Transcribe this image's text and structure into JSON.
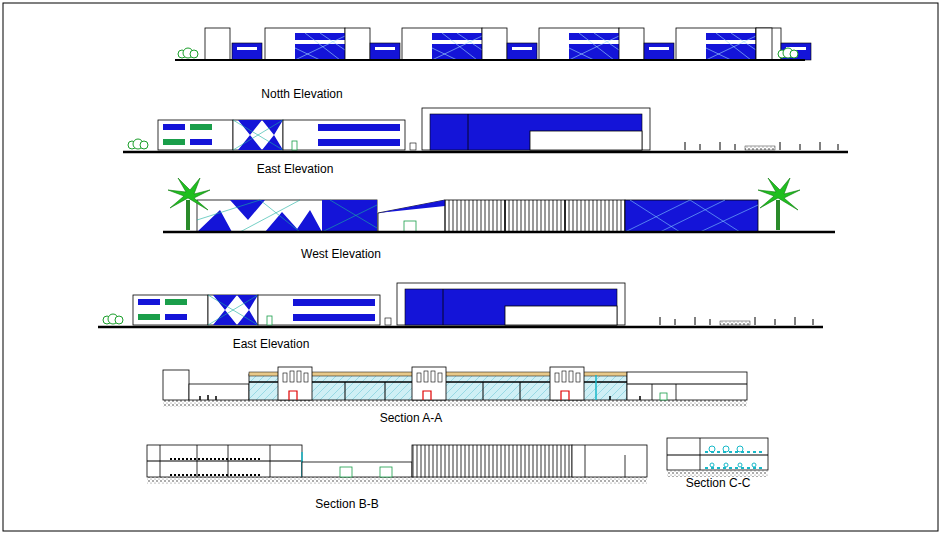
{
  "diagram": {
    "labels": [
      "Notth Elevation",
      "East Elevation",
      "West Elevation",
      "East Elevation",
      "Section A-A",
      "Section B-B",
      "Section C-C"
    ]
  }
}
